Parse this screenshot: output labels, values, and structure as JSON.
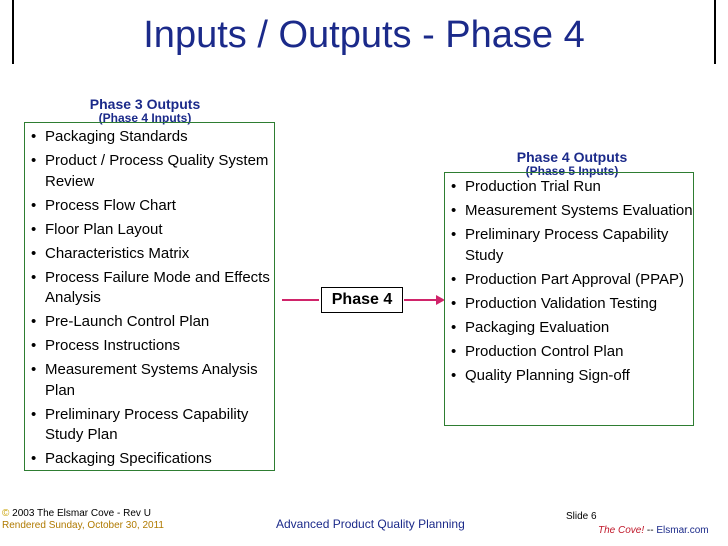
{
  "title": "Inputs / Outputs - Phase 4",
  "left_panel": {
    "heading": "Phase 3 Outputs",
    "subheading": "(Phase 4 Inputs)",
    "items": [
      "Packaging Standards",
      "Product / Process Quality System Review",
      "Process Flow Chart",
      "Floor Plan Layout",
      "Characteristics Matrix",
      "Process Failure Mode and Effects Analysis",
      "Pre-Launch Control Plan",
      "Process Instructions",
      "Measurement Systems Analysis Plan",
      "Preliminary Process Capability Study Plan",
      "Packaging Specifications"
    ]
  },
  "center": {
    "label": "Phase 4"
  },
  "right_panel": {
    "heading": "Phase 4 Outputs",
    "subheading": "(Phase 5 Inputs)",
    "items": [
      "Production Trial Run",
      "Measurement Systems Evaluation",
      "Preliminary Process Capability Study",
      "Production Part Approval (PPAP)",
      "Production Validation Testing",
      "Packaging Evaluation",
      "Production Control Plan",
      "Quality Planning Sign-off"
    ]
  },
  "bullet_glyph": "•",
  "footer": {
    "copyright_symbol": "©",
    "copyright_text": "2003 The Elsmar Cove - Rev U",
    "rendered": "Rendered Sunday, October 30, 2011",
    "center": "Advanced Product Quality Planning",
    "slide": "Slide 6",
    "cove": "The Cove!",
    "separator": "--",
    "site": "Elsmar.com"
  },
  "colors": {
    "title": "#1b2a8a",
    "box_border": "#2e7d32",
    "arrow": "#d0246a"
  }
}
